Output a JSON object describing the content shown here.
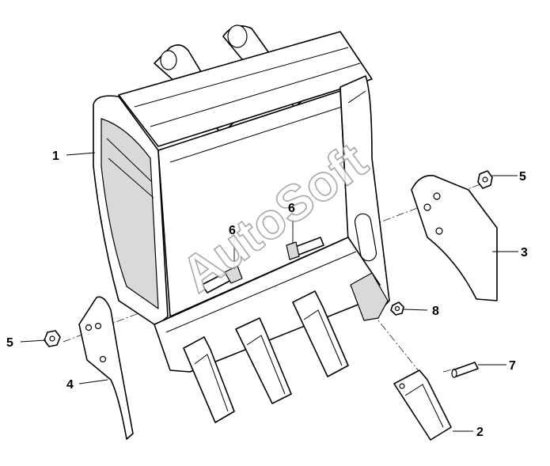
{
  "watermark": "AutoSoft",
  "callouts": {
    "c1": "1",
    "c2": "2",
    "c3": "3",
    "c4": "4",
    "c5_right": "5",
    "c5_left": "5",
    "c6_left": "6",
    "c6_right": "6",
    "c7": "7",
    "c8": "8"
  }
}
